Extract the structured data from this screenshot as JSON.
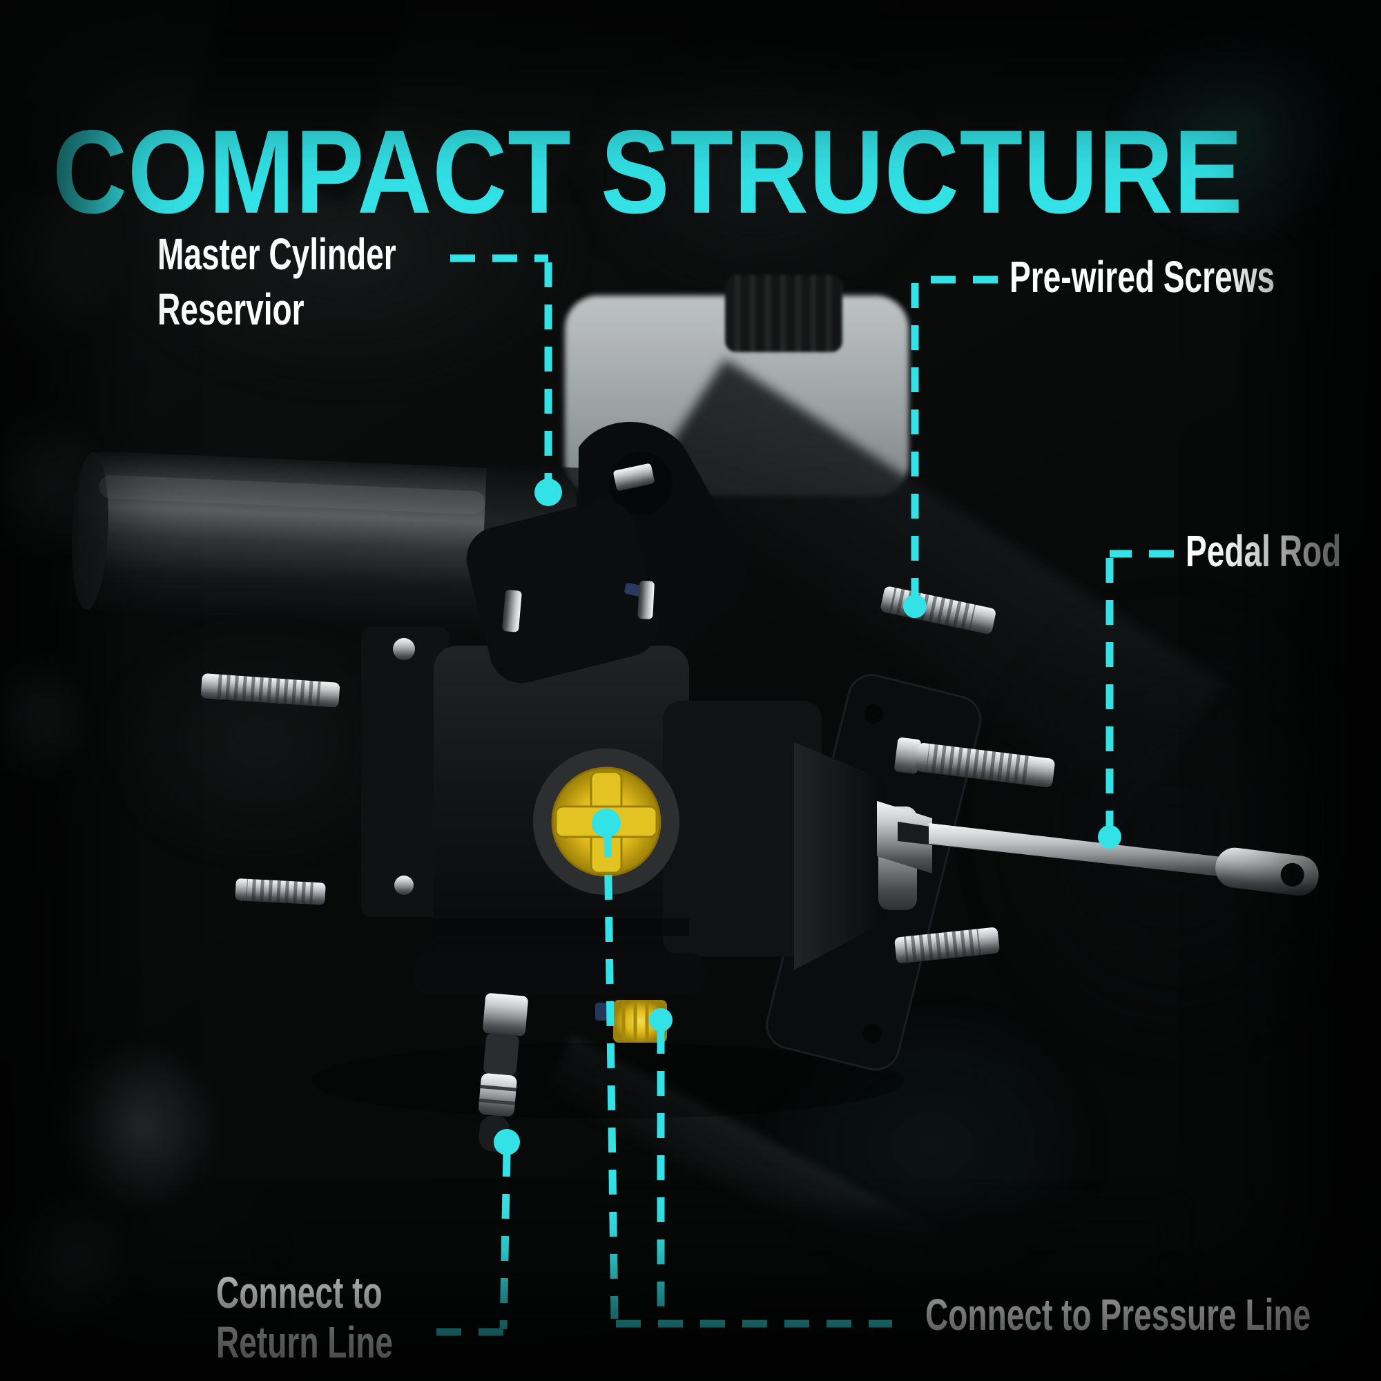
{
  "title": "COMPACT STRUCTURE",
  "accent_color": "#33e2e6",
  "text_color": "#ffffff",
  "callouts": {
    "reservoir": {
      "line1": "Master Cylinder",
      "line2": "Reservior"
    },
    "screws": {
      "label": "Pre-wired Screws"
    },
    "pedal_rod": {
      "label": "Pedal Rod"
    },
    "return_line": {
      "line1": "Connect to",
      "line2": "Return Line"
    },
    "pressure_line": {
      "label": "Connect to Pressure Line"
    }
  },
  "part_colors": {
    "body": "#0c0d0e",
    "reservoir_cylinder": "#3f4244",
    "yellow_cap": "#ddb81a",
    "hardware": "#c2c5c7"
  }
}
